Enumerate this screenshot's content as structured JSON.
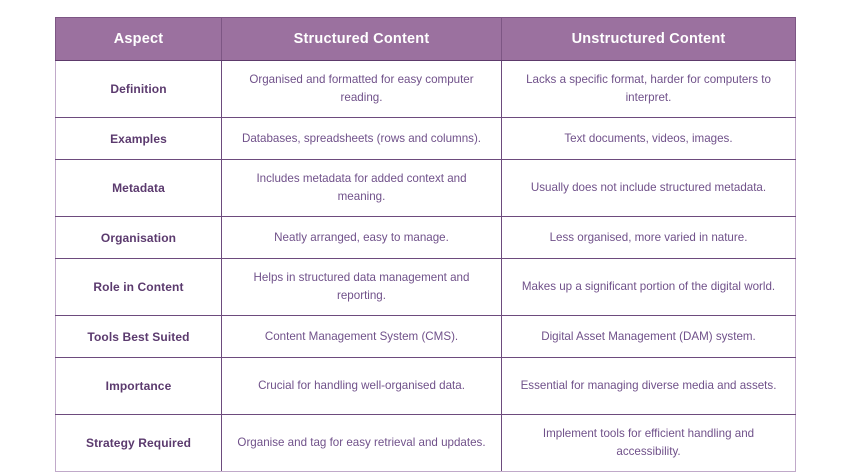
{
  "table": {
    "name": "structured-vs-unstructured-content-comparison",
    "colors": {
      "header_background": "#9b719f",
      "header_text": "#ffffff",
      "aspect_text": "#5b3a6e",
      "body_text": "#70518a",
      "inner_border": "#6d4b7d",
      "outer_border": "#c0a9c9",
      "cell_background": "#ffffff",
      "page_background": "#ffffff"
    },
    "headers": [
      "Aspect",
      "Structured Content",
      "Unstructured Content"
    ],
    "rows": [
      {
        "aspect": "Definition",
        "structured": "Organised and formatted for easy computer reading.",
        "unstructured": "Lacks a specific format, harder for computers to interpret.",
        "height": "tall"
      },
      {
        "aspect": "Examples",
        "structured": "Databases, spreadsheets (rows and columns).",
        "unstructured": "Text documents, videos, images.",
        "height": "short"
      },
      {
        "aspect": "Metadata",
        "structured": "Includes metadata for added context and meaning.",
        "unstructured": "Usually does not include structured metadata.",
        "height": "tall"
      },
      {
        "aspect": "Organisation",
        "structured": "Neatly arranged, easy to manage.",
        "unstructured": "Less organised, more varied in nature.",
        "height": "short"
      },
      {
        "aspect": "Role in Content",
        "structured": "Helps in structured data management and reporting.",
        "unstructured": "Makes up a significant portion of the digital world.",
        "height": "tall"
      },
      {
        "aspect": "Tools Best Suited",
        "structured": "Content Management System (CMS).",
        "unstructured": "Digital Asset Management (DAM) system.",
        "height": "short"
      },
      {
        "aspect": "Importance",
        "structured": "Crucial for handling well-organised data.",
        "unstructured": "Essential for managing diverse media and assets.",
        "height": "tall"
      },
      {
        "aspect": "Strategy Required",
        "structured": "Organise and tag for easy retrieval and updates.",
        "unstructured": "Implement tools for efficient handling and accessibility.",
        "height": "tall"
      }
    ]
  }
}
